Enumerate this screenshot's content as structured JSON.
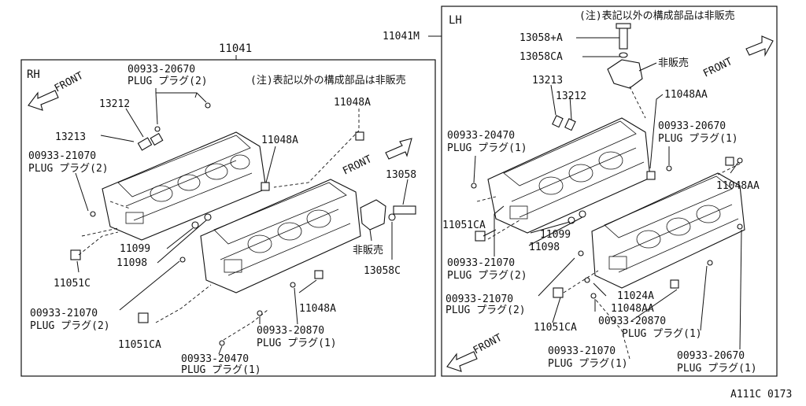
{
  "rh": {
    "panel_title": "RH",
    "assembly_no": "11041",
    "note": "(注)表記以外の構成部品は非販売",
    "front_label": "FRONT",
    "labels": {
      "plug_20670_no": "00933-20670",
      "plug_20670_name": "PLUG プラグ(2)",
      "p13212": "13212",
      "p13213": "13213",
      "plug_21070_top_no": "00933-21070",
      "plug_21070_top_name": "PLUG プラグ(2)",
      "p11048a_top": "11048A",
      "p11048a_mid": "11048A",
      "p13058": "13058",
      "hibanbai": "非販売",
      "p13058c": "13058C",
      "p11099": "11099",
      "p11098": "11098",
      "p11051c": "11051C",
      "plug_21070_bot_no": "00933-21070",
      "plug_21070_bot_name": "PLUG プラグ(2)",
      "p11051ca": "11051CA",
      "p11048a_bot": "11048A",
      "plug_20870_no": "00933-20870",
      "plug_20870_name": "PLUG プラグ(1)",
      "plug_20470_no": "00933-20470",
      "plug_20470_name": "PLUG プラグ(1)"
    }
  },
  "lh": {
    "panel_title": "LH",
    "assembly_no": "11041M",
    "note": "(注)表記以外の構成部品は非販売",
    "front_label": "FRONT",
    "labels": {
      "p13058a": "13058+A",
      "p13058ca": "13058CA",
      "hibanbai": "非販売",
      "p13213": "13213",
      "p13212": "13212",
      "p11048aa_top": "11048AA",
      "plug_20470_no": "00933-20470",
      "plug_20470_name": "PLUG プラグ(1)",
      "plug_20670_top_no": "00933-20670",
      "plug_20670_top_name": "PLUG プラグ(1)",
      "p11048aa_right": "11048AA",
      "p11051ca_top": "11051CA",
      "p11099": "11099",
      "p11098": "11098",
      "plug_21070_mid_no": "00933-21070",
      "plug_21070_mid_name": "PLUG プラグ(2)",
      "plug_21070_low_no": "00933-21070",
      "plug_21070_low_name": "PLUG プラグ(2)",
      "p11024a": "11024A",
      "p11048aa_bot": "11048AA",
      "p11051ca_bot": "11051CA",
      "plug_20870_no": "00933-20870",
      "plug_20870_name": "PLUG プラグ(1)",
      "plug_21070_bot_no": "00933-21070",
      "plug_21070_bot_name": "PLUG プラグ(1)",
      "plug_20670_bot_no": "00933-20670",
      "plug_20670_bot_name": "PLUG プラグ(1)"
    }
  },
  "figure_code": "A111C 0173"
}
